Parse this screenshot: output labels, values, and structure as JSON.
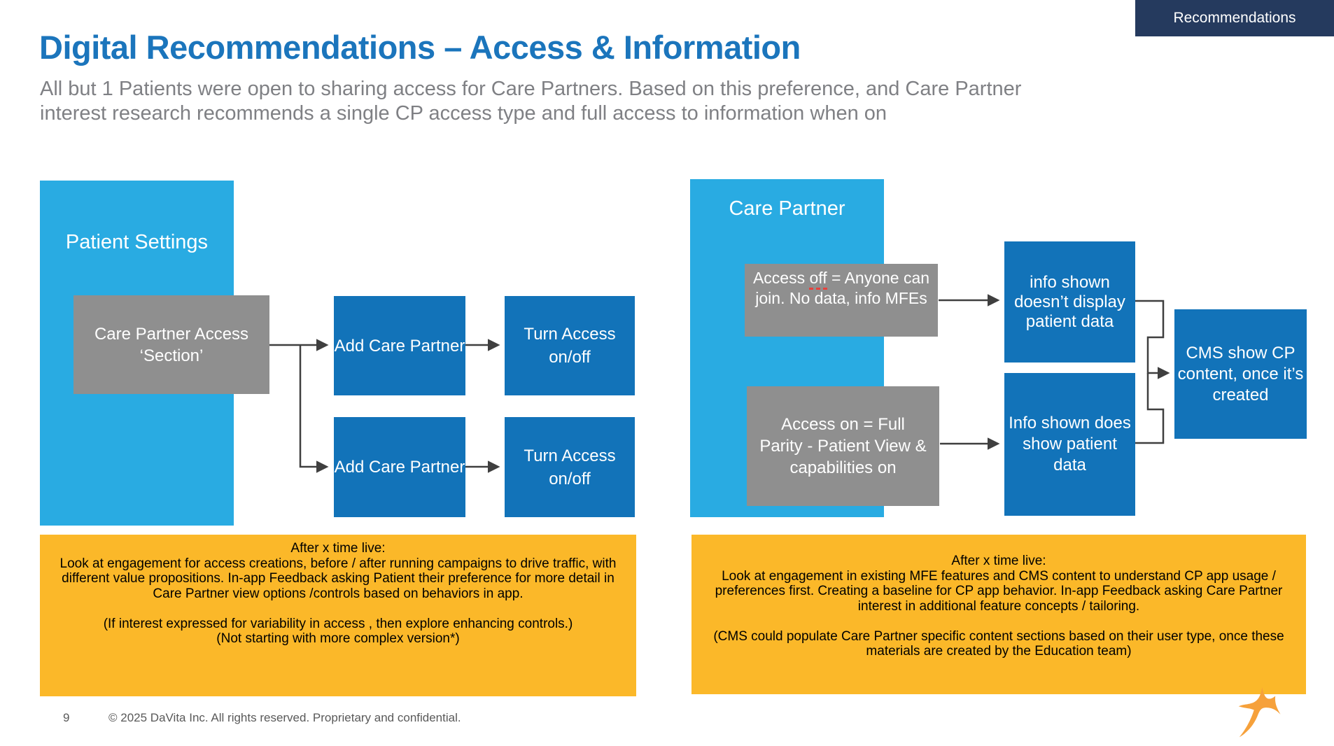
{
  "badge": {
    "label": "Recommendations"
  },
  "header": {
    "title": "Digital Recommendations – Access & Information",
    "subtitle": "All but 1 Patients were open to sharing access for Care Partners. Based on this preference, and Care Partner interest research recommends a single CP access type and full access to information when on"
  },
  "left_flow": {
    "panel_label": "Patient Settings",
    "source_label": "Care Partner Access ‘Section’",
    "rows": [
      {
        "step1": "Add Care Partner",
        "step2": "Turn Access on/off"
      },
      {
        "step1": "Add Care Partner",
        "step2": "Turn Access on/off"
      }
    ],
    "note": {
      "heading": "After x time live:",
      "body": "Look at engagement for access creations, before / after running campaigns to drive traffic, with different value propositions. In-app Feedback asking Patient their preference for more detail in Care Partner view options /controls based on behaviors in app.",
      "caveat1": "(If interest expressed for variability in access , then explore enhancing controls.)",
      "caveat2": "(Not starting with more complex version*)"
    }
  },
  "right_flow": {
    "panel_label": "Care Partner",
    "gray1": {
      "prefix": "Access ",
      "underlined_word": "off",
      "suffix": " = Anyone can join. No data, info MFEs"
    },
    "gray2": "Access on = Full Parity - Patient View & capabilities on",
    "outcome1": "info shown doesn’t display patient data",
    "outcome2": "Info shown does show patient data",
    "cms": "CMS show CP content, once it’s created",
    "note": {
      "heading": "After x time live:",
      "body": "Look at engagement in existing MFE features and CMS content to understand CP app usage / preferences first. Creating a baseline for CP app behavior. In-app Feedback asking Care Partner interest in additional feature concepts / tailoring.",
      "caveat": "(CMS could populate Care Partner specific content sections based on their user type, once these materials are created by the Education team)"
    }
  },
  "footer": {
    "page_number": "9",
    "copyright": "© 2025 DaVita Inc. All rights reserved. Proprietary and confidential."
  },
  "icons": {
    "logo": "davita-star"
  },
  "colors": {
    "title_blue": "#1B75BC",
    "light_blue": "#29ABE2",
    "flow_blue": "#1273B9",
    "gray_box": "#8F8F8F",
    "amber": "#FBB829",
    "navy": "#253A5E",
    "subtitle_gray": "#7F8084",
    "arrow": "#3F3F3F",
    "squiggle_red": "#E8413C",
    "logo_orange": "#F6A13B"
  }
}
